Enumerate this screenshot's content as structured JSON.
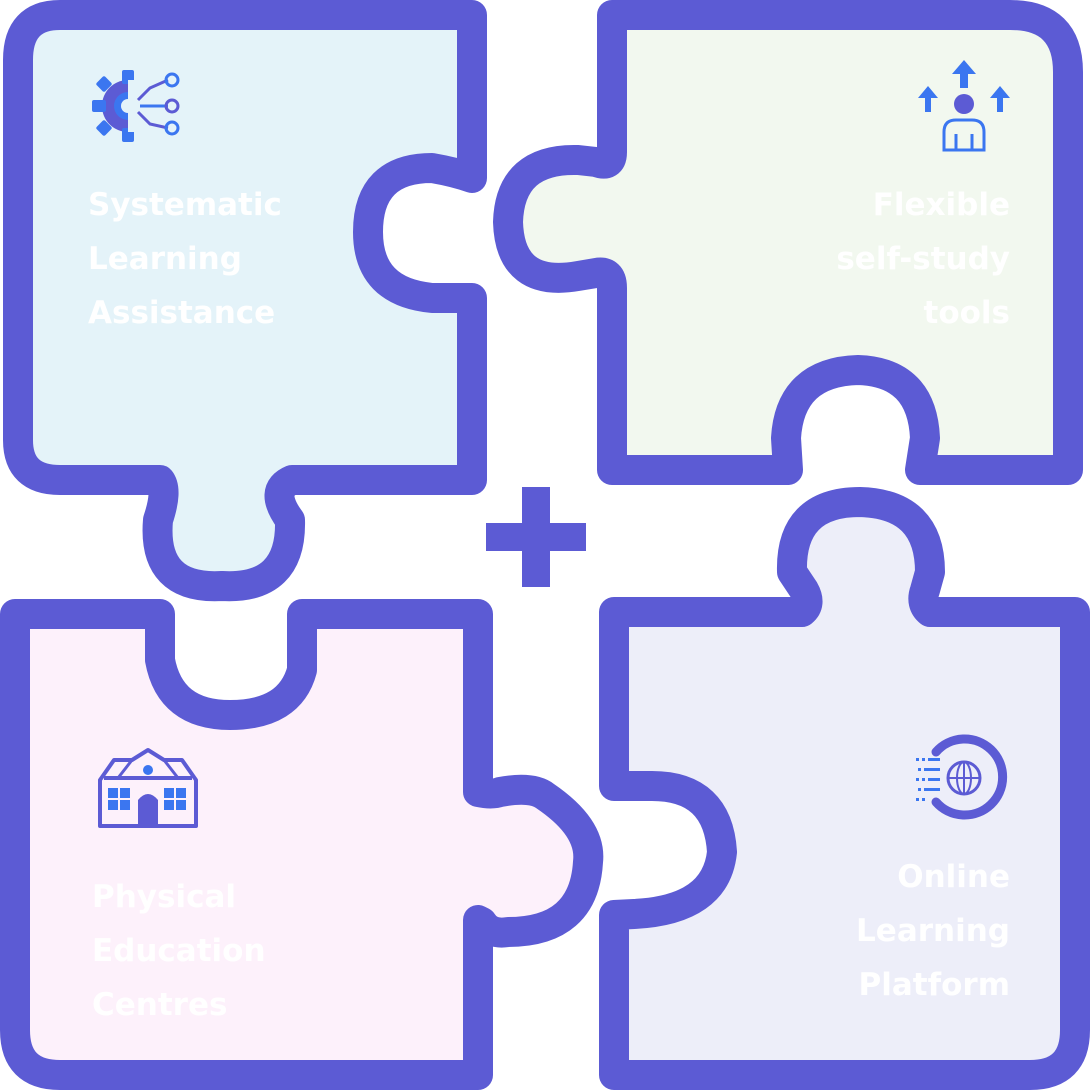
{
  "pieces": [
    {
      "id": "systematic",
      "lines": [
        "Systematic",
        "Learning",
        "Assistance"
      ],
      "fill": "#e4f3f9",
      "icon": "gear-circuit-icon"
    },
    {
      "id": "flexible",
      "lines": [
        "Flexible",
        "self-study",
        "tools"
      ],
      "fill": "#f2f8ef",
      "icon": "person-growth-arrows-icon"
    },
    {
      "id": "physical",
      "lines": [
        "Physical",
        "Education",
        "Centres"
      ],
      "fill": "#fdf1fb",
      "icon": "school-building-icon"
    },
    {
      "id": "online",
      "lines": [
        "Online",
        "Learning",
        "Platform"
      ],
      "fill": "#edeef9",
      "icon": "online-globe-icon"
    }
  ],
  "colors": {
    "outline": "#5c5bd4",
    "icon_primary": "#3b76f0",
    "icon_secondary": "#5c5bd4",
    "plus": "#5c5bd4"
  },
  "center_symbol": "+"
}
